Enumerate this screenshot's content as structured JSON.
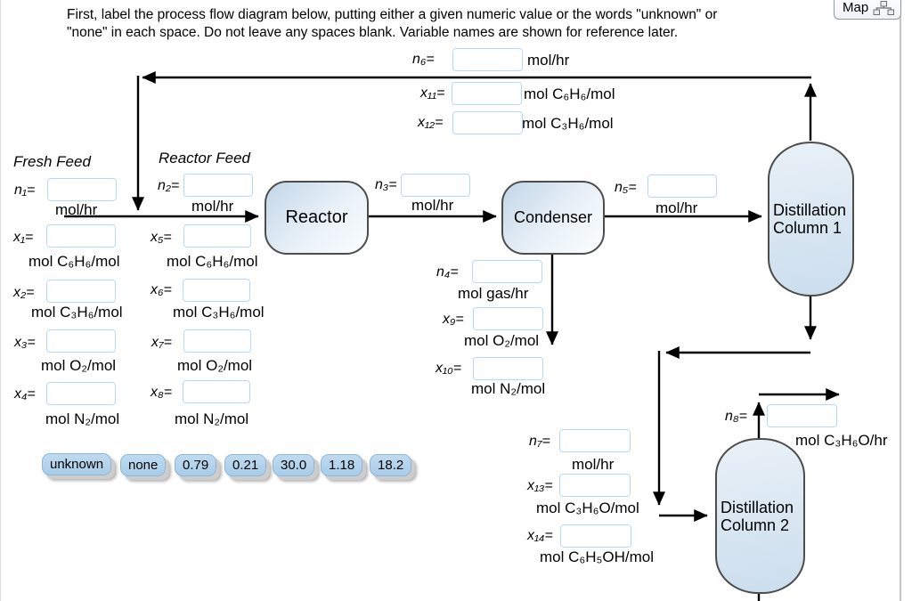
{
  "header": {
    "instructions_line1": "First, label the process flow diagram below, putting either a given numeric value or the words \"unknown\" or",
    "instructions_line2": "\"none\" in each space. Do not leave any spaces blank. Variable names are shown for reference later.",
    "map_button_label": "Map"
  },
  "stream_headings": {
    "fresh_feed": "Fresh Feed",
    "reactor_feed": "Reactor Feed"
  },
  "process_units": {
    "reactor": "Reactor",
    "condenser": "Condenser",
    "column1_line1": "Distillation",
    "column1_line2": "Column 1",
    "column2_line1": "Distillation",
    "column2_line2": "Column 2"
  },
  "fields": {
    "n6": {
      "label": "n₆=",
      "unit": "mol/hr",
      "value": ""
    },
    "x11": {
      "label": "x₁₁=",
      "unit": "mol C₆H₆/mol",
      "value": ""
    },
    "x12": {
      "label": "x₁₂=",
      "unit": "mol C₃H₆/mol",
      "value": ""
    },
    "n1": {
      "label": "n₁=",
      "unit": "mol/hr",
      "value": ""
    },
    "x1": {
      "label": "x₁=",
      "unit": "mol C₆H₆/mol",
      "value": ""
    },
    "x2": {
      "label": "x₂=",
      "unit": "mol C₃H₆/mol",
      "value": ""
    },
    "x3": {
      "label": "x₃=",
      "unit": "mol O₂/mol",
      "value": ""
    },
    "x4": {
      "label": "x₄=",
      "unit": "mol N₂/mol",
      "value": ""
    },
    "n2": {
      "label": "n₂=",
      "unit": "mol/hr",
      "value": ""
    },
    "x5": {
      "label": "x₅=",
      "unit": "mol C₆H₆/mol",
      "value": ""
    },
    "x6": {
      "label": "x₆=",
      "unit": "mol C₃H₆/mol",
      "value": ""
    },
    "x7": {
      "label": "x₇=",
      "unit": "mol O₂/mol",
      "value": ""
    },
    "x8": {
      "label": "x₈=",
      "unit": "mol N₂/mol",
      "value": ""
    },
    "n3": {
      "label": "n₃=",
      "unit": "mol/hr",
      "value": ""
    },
    "n4": {
      "label": "n₄=",
      "unit": "mol gas/hr",
      "value": ""
    },
    "x9": {
      "label": "x₉=",
      "unit": "mol O₂/mol",
      "value": ""
    },
    "x10": {
      "label": "x₁₀=",
      "unit": "mol N₂/mol",
      "value": ""
    },
    "n5": {
      "label": "n₅=",
      "unit": "mol/hr",
      "value": ""
    },
    "n7": {
      "label": "n₇=",
      "unit": "mol/hr",
      "value": ""
    },
    "x13": {
      "label": "x₁₃=",
      "unit": "mol C₃H₆O/mol",
      "value": ""
    },
    "x14": {
      "label": "x₁₄=",
      "unit": "mol C₆H₅OH/mol",
      "value": ""
    },
    "n8": {
      "label": "n₈=",
      "unit": "mol C₃H₆O/hr",
      "value": ""
    }
  },
  "answer_chips": [
    "unknown",
    "none",
    "0.79",
    "0.21",
    "30.0",
    "1.18",
    "18.2"
  ],
  "colors": {
    "unit_fill_dark": "#c3d6e8",
    "unit_fill_light": "#fbfdfe",
    "unit_border": "#4d4d4d",
    "input_border": "#b9d9f3",
    "chip_fill": "#a9cce8",
    "stream_line": "#000000"
  }
}
